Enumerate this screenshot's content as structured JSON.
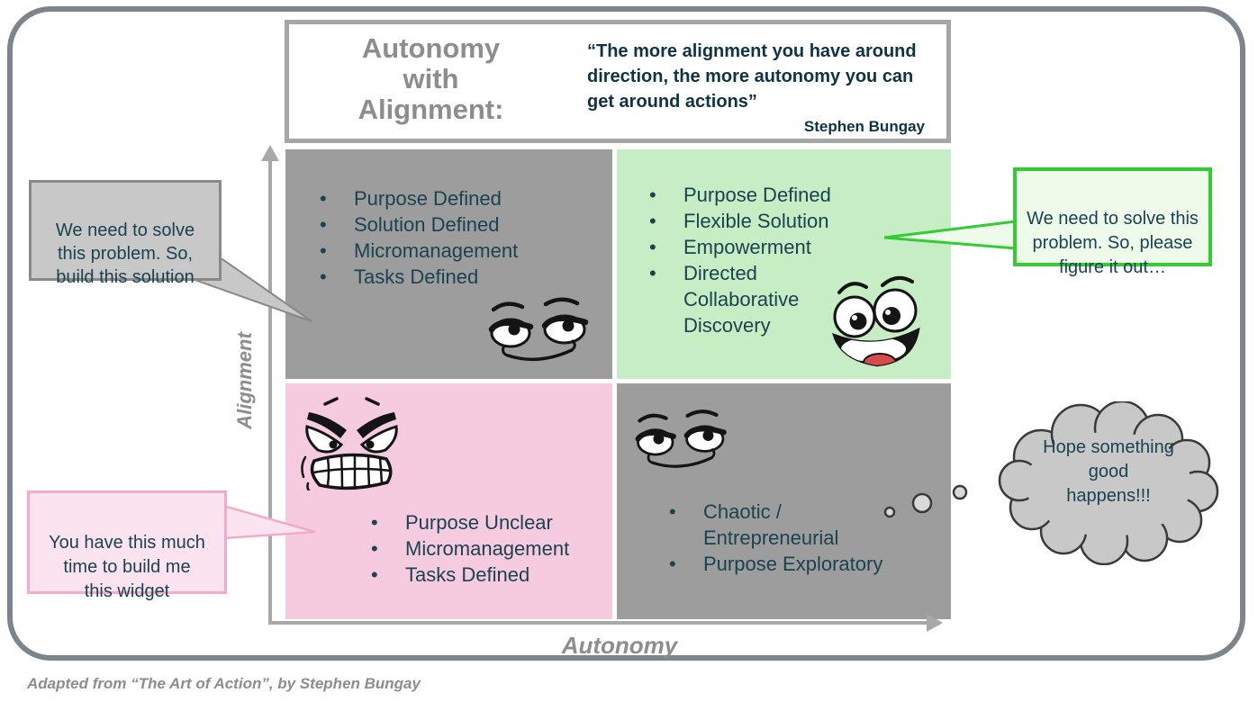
{
  "colors": {
    "frame_border": "#7e848b",
    "title_gray": "#8d8d8d",
    "bullet_text": "#1a4251",
    "quote_navy": "#0f3344",
    "quadrant_gray": "#9d9d9d",
    "quadrant_green": "#c7edc5",
    "quadrant_pink": "#f7cbdf",
    "axis_gray": "#a8a8a8"
  },
  "title_box": {
    "title": "Autonomy\nwith\nAlignment:",
    "quote": "“The more alignment you have around\ndirection, the more autonomy you can\nget around actions”",
    "quote_attribution": "Stephen Bungay"
  },
  "axes": {
    "x_label": "Autonomy",
    "y_label": "Alignment"
  },
  "quadrants": {
    "top_left": {
      "color": "#9d9d9d",
      "face": "smirk-face",
      "bullets": [
        "Purpose Defined",
        "Solution Defined",
        "Micromanagement",
        "Tasks Defined"
      ]
    },
    "top_right": {
      "color": "#c7edc5",
      "face": "excited-face",
      "bullets": [
        "Purpose Defined",
        "Flexible Solution",
        "Empowerment",
        "Directed Collaborative Discovery"
      ]
    },
    "bottom_left": {
      "color": "#f7cbdf",
      "face": "angry-face",
      "bullets": [
        "Purpose Unclear",
        "Micromanagement",
        "Tasks Defined"
      ]
    },
    "bottom_right": {
      "color": "#9d9d9d",
      "face": "smirk-face",
      "bullets": [
        "Chaotic / Entrepreneurial",
        "Purpose Exploratory"
      ]
    }
  },
  "callouts": {
    "top_left": {
      "text": "We need to solve\nthis problem. So,\nbuild this solution",
      "fill": "#c8c8c8",
      "border": "#898989"
    },
    "top_right": {
      "text": "We need to solve this\nproblem. So, please\nfigure it out…",
      "fill": "#eefbea",
      "border": "#35cb35"
    },
    "bottom_left": {
      "text": "You have this much\ntime to build me\nthis widget",
      "fill": "#fbe3f0",
      "border": "#f2abcd"
    },
    "thought_cloud": {
      "text": "Hope something\ngood\nhappens!!!",
      "fill": "#c8c8c8",
      "border": "#3a3a3a"
    }
  },
  "attribution": "Adapted from “The Art of Action”, by Stephen Bungay"
}
